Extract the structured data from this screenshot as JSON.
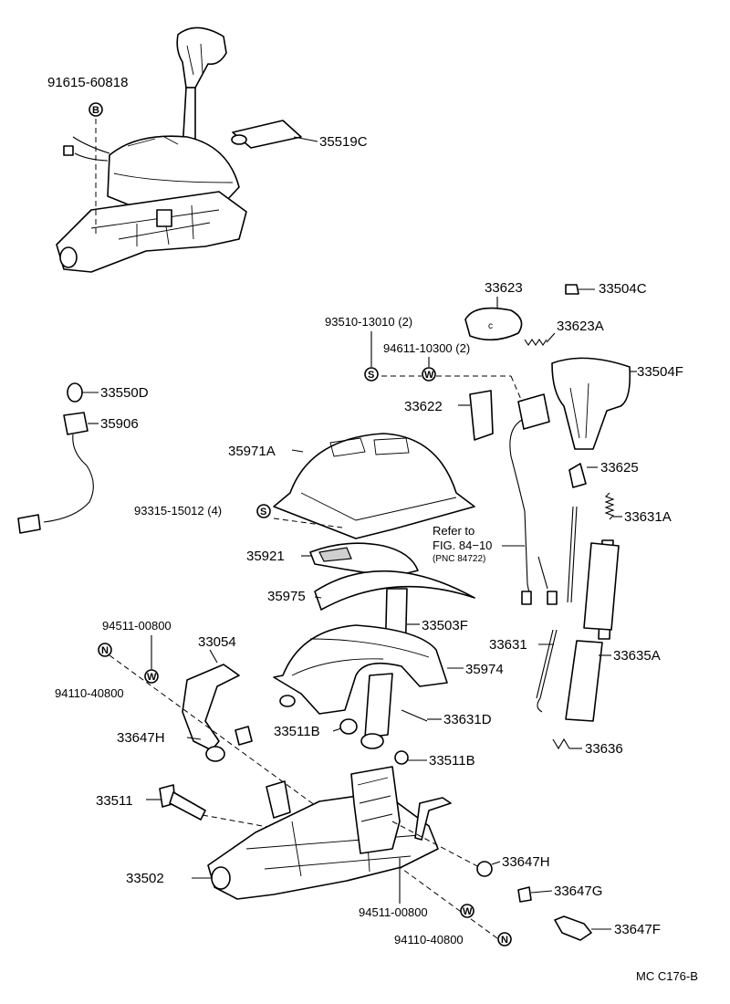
{
  "labels": {
    "p91615": "91615-60818",
    "p35519C": "35519C",
    "p33623": "33623",
    "p33504C": "33504C",
    "p93510": "93510-13010 (2)",
    "p33623A": "33623A",
    "p94611": "94611-10300 (2)",
    "p33504F": "33504F",
    "p33550D": "33550D",
    "p35906": "35906",
    "p33622": "33622",
    "p35971A": "35971A",
    "p33625": "33625",
    "p93315": "93315-15012 (4)",
    "p33631A": "33631A",
    "refer1": "Refer to",
    "refer2": "FIG. 84−10",
    "refer3": "(PNC 84722)",
    "p35921": "35921",
    "p35975": "35975",
    "p94511a": "94511-00800",
    "p33054": "33054",
    "p33503F": "33503F",
    "p33631": "33631",
    "p33635A": "33635A",
    "p94110a": "94110-40800",
    "p35974": "35974",
    "p33631D": "33631D",
    "p33647Ha": "33647H",
    "p33511B": "33511B",
    "p33636": "33636",
    "p33511Bb": "33511B",
    "p33511": "33511",
    "p33647Hb": "33647H",
    "p33502": "33502",
    "p33647G": "33647G",
    "p94511b": "94511-00800",
    "p33647F": "33647F",
    "p94110b": "94110-40800",
    "figcode": "MC C176-B"
  },
  "symbols": {
    "B": "B",
    "S": "S",
    "W": "W",
    "N": "N"
  }
}
